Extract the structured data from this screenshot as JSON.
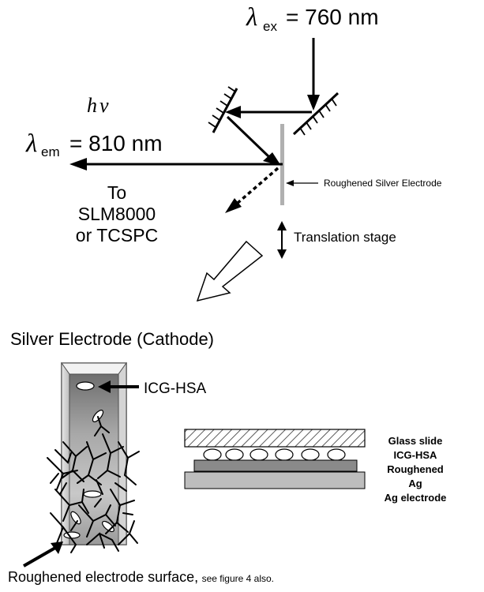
{
  "excitation": {
    "symbol": "λ",
    "subscript": "ex",
    "value": "= 760 nm"
  },
  "emission": {
    "hnu_h": "h",
    "hnu_nu": "ν",
    "symbol": "λ",
    "subscript": "em",
    "value": "= 810 nm"
  },
  "detector": {
    "line1": "To",
    "line2": "SLM8000",
    "line3": "or TCSPC"
  },
  "labels": {
    "electrode": "Roughened Silver Electrode",
    "stage": "Translation stage",
    "cathode_title": "Silver Electrode (Cathode)",
    "icg_hsa": "ICG-HSA",
    "surface_main": "Roughened electrode surface,",
    "surface_note": " see figure 4 also."
  },
  "layers": {
    "glass": "Glass slide",
    "icg": "ICG-HSA",
    "rough1": "Roughened",
    "rough2": "Ag",
    "ag": "Ag electrode"
  }
}
